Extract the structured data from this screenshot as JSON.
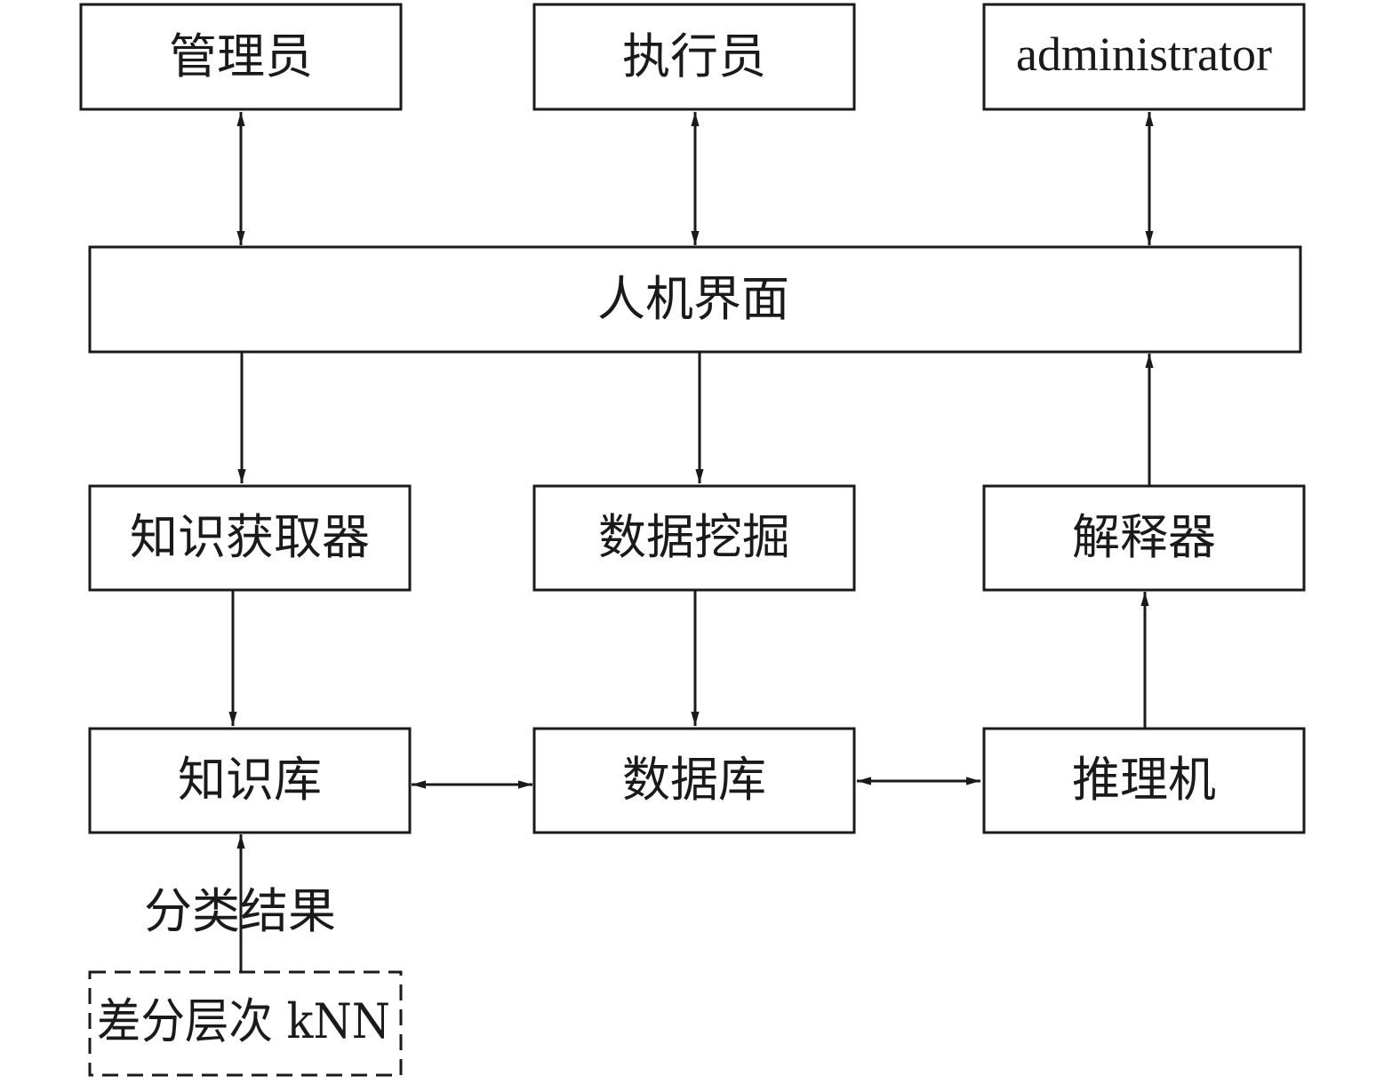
{
  "nodes": {
    "admin_cn": "管理员",
    "executor": "执行员",
    "admin_en": "administrator",
    "hci": "人机界面",
    "knowledge_acquirer": "知识获取器",
    "data_mining": "数据挖掘",
    "explainer": "解释器",
    "knowledge_base": "知识库",
    "database": "数据库",
    "inference_engine": "推理机",
    "dhknn": "差分层次 kNN"
  },
  "edge_labels": {
    "classification_result": "分类结果"
  },
  "edges": [
    {
      "from": "管理员",
      "to": "人机界面",
      "direction": "both"
    },
    {
      "from": "执行员",
      "to": "人机界面",
      "direction": "both"
    },
    {
      "from": "administrator",
      "to": "人机界面",
      "direction": "both"
    },
    {
      "from": "人机界面",
      "to": "知识获取器",
      "direction": "forward"
    },
    {
      "from": "人机界面",
      "to": "数据挖掘",
      "direction": "forward"
    },
    {
      "from": "解释器",
      "to": "人机界面",
      "direction": "forward"
    },
    {
      "from": "知识获取器",
      "to": "知识库",
      "direction": "forward"
    },
    {
      "from": "数据挖掘",
      "to": "数据库",
      "direction": "forward"
    },
    {
      "from": "推理机",
      "to": "解释器",
      "direction": "forward"
    },
    {
      "from": "知识库",
      "to": "数据库",
      "direction": "both"
    },
    {
      "from": "数据库",
      "to": "推理机",
      "direction": "both"
    },
    {
      "from": "差分层次 kNN",
      "to": "知识库",
      "direction": "forward",
      "label": "分类结果"
    }
  ]
}
